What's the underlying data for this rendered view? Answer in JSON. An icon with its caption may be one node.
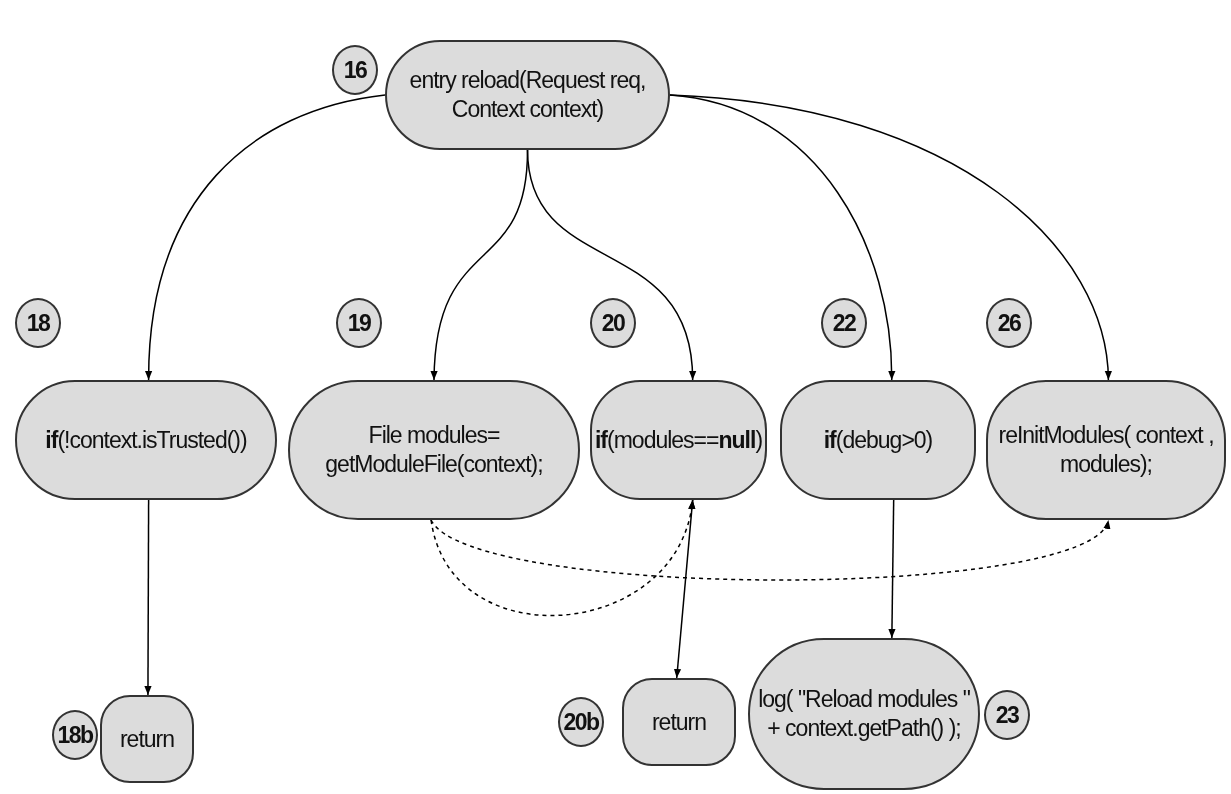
{
  "diagram": {
    "nodes": [
      {
        "text": [
          "entry reload(Request req, Context context)"
        ],
        "beside": [
          "16"
        ]
      },
      {
        "text": [
          "**if**(!context.isTrusted())"
        ],
        "beside": [
          "18"
        ]
      },
      {
        "text": [
          "File modules= getModuleFile(context);"
        ],
        "beside": [
          "19"
        ]
      },
      {
        "text": [
          "**if**(modules==**null**)"
        ],
        "beside": [
          "20"
        ]
      },
      {
        "text": [
          "**if**(debug>0)"
        ],
        "beside": [
          "22"
        ]
      },
      {
        "text": [
          "reInitModules( context , modules);"
        ],
        "beside": [
          "26"
        ]
      },
      {
        "text": [
          "return"
        ],
        "beside": [
          "18b"
        ]
      },
      {
        "text": [
          "return"
        ],
        "beside": [
          "20b"
        ]
      },
      {
        "text": [
          "log( \"Reload modules \" + context.getPath() );"
        ],
        "beside": [
          "23"
        ]
      }
    ],
    "edges": [
      {
        "from": 0,
        "to": 1,
        "arrow": "to"
      },
      {
        "from": 0,
        "to": 2,
        "arrow": "to"
      },
      {
        "from": 0,
        "to": 3,
        "arrow": "to"
      },
      {
        "from": 0,
        "to": 4,
        "arrow": "to"
      },
      {
        "from": 0,
        "to": 5,
        "arrow": "to"
      },
      {
        "from": 1,
        "to": 6,
        "arrow": "to"
      },
      {
        "from": 2,
        "to": 3,
        "arrow": "to",
        "style": "dashed"
      },
      {
        "from": 2,
        "to": 5,
        "arrow": "to",
        "style": "dashed"
      },
      {
        "from": 3,
        "to": 7,
        "arrow": "both"
      },
      {
        "from": 4,
        "to": 8,
        "arrow": "to"
      }
    ]
  }
}
